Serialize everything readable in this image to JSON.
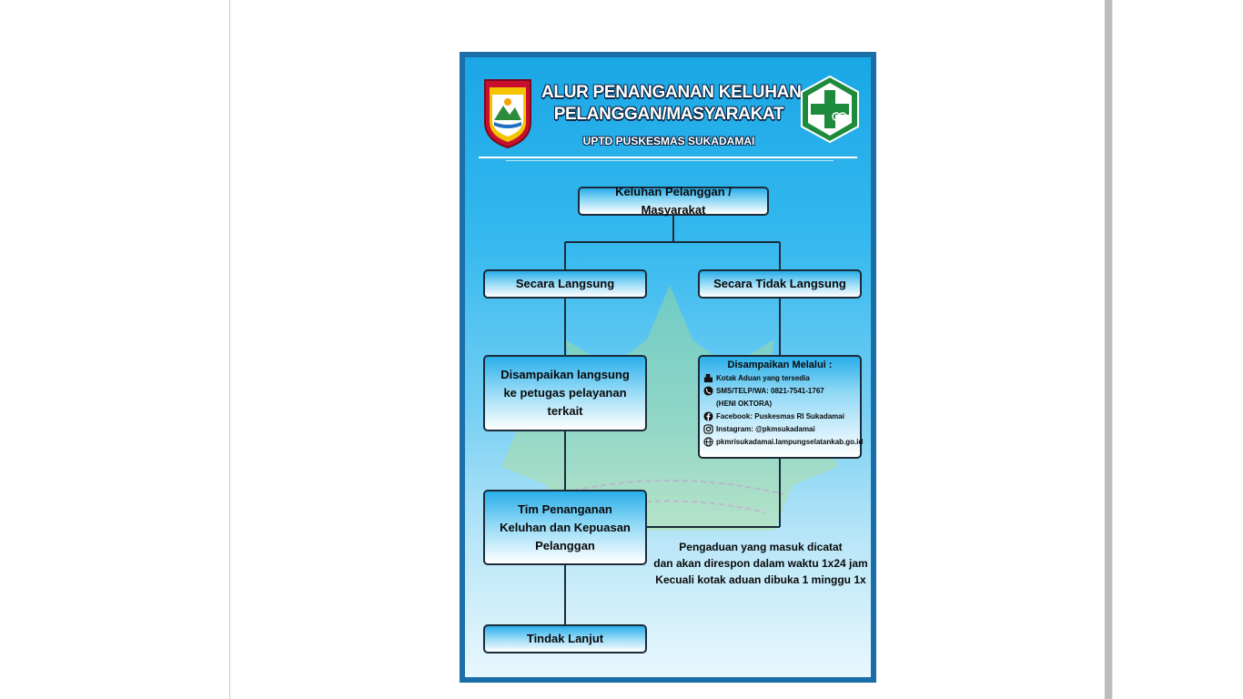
{
  "poster": {
    "title_line1": "ALUR PENANGANAN KELUHAN",
    "title_line2": "PELANGGAN/MASYARAKAT",
    "subtitle": "UPTD PUSKESMAS SUKADAMAI"
  },
  "flow": {
    "root": "Keluhan Pelanggan / Masyarakat",
    "direct": "Secara Langsung",
    "indirect": "Secara Tidak Langsung",
    "direct_step_lines": [
      "Disampaikan langsung",
      "ke petugas pelayanan",
      "terkait"
    ],
    "team_lines": [
      "Tim Penanganan",
      "Keluhan dan Kepuasan",
      "Pelanggan"
    ],
    "follow_up": "Tindak Lanjut"
  },
  "channels": {
    "title": "Disampaikan Melalui :",
    "items": [
      {
        "icon": "mailbox-icon",
        "text": "Kotak Aduan yang tersedia"
      },
      {
        "icon": "phone-icon",
        "text": "SMS/TELP/WA: 0821-7541-1767"
      },
      {
        "icon": "facebook-icon",
        "text": "Facebook: Puskesmas RI Sukadamai"
      },
      {
        "icon": "instagram-icon",
        "text": "Instagram: @pkmsukadamai"
      },
      {
        "icon": "globe-icon",
        "text": "pkmrisukadamai.lampungselatankab.go.id"
      }
    ],
    "contact_name": "(HENI OKTORA)"
  },
  "note": {
    "line1": "Pengaduan yang masuk dicatat",
    "line2": "dan akan direspon dalam waktu 1x24 jam",
    "line3": "Kecuali kotak aduan dibuka 1 minggu 1x"
  },
  "colors": {
    "frame": "#1a6fa8",
    "background_top": "#1aa7e6",
    "background_bottom": "#e9f7fd",
    "box_border": "#1b2b3a",
    "health_logo_green": "#1e8a3c"
  }
}
